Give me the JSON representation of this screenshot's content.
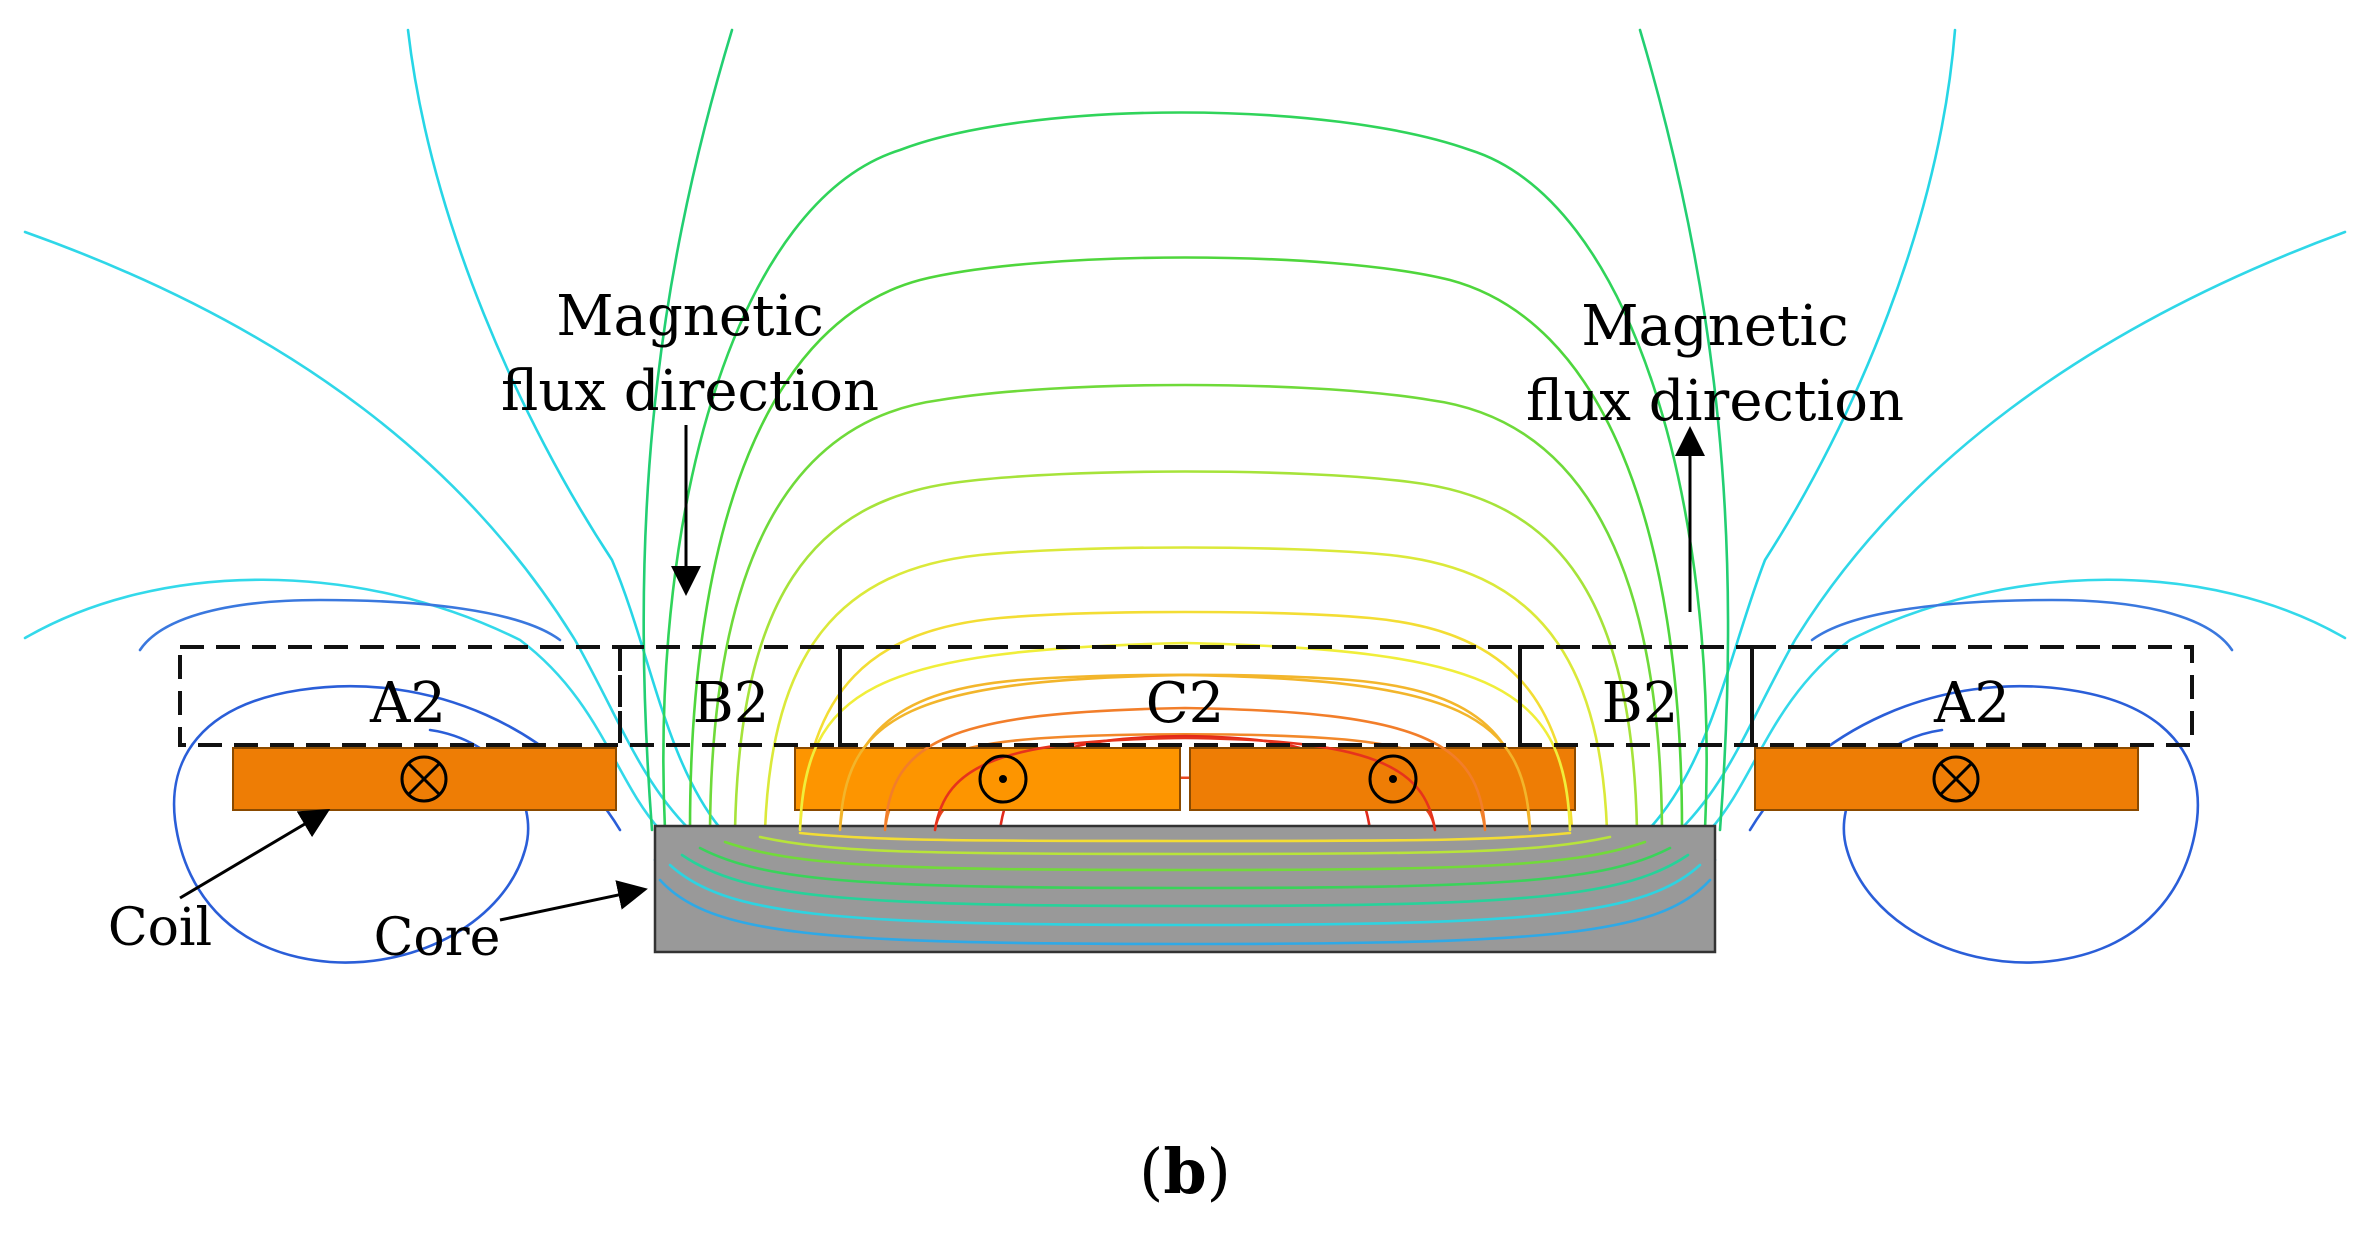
{
  "labels": {
    "magnetic_left": "Magnetic",
    "flux_left": "flux direction",
    "magnetic_right": "Magnetic",
    "flux_right": "flux direction",
    "region_a2_left": "A2",
    "region_b2_left": "B2",
    "region_c2": "C2",
    "region_b2_right": "B2",
    "region_a2_right": "A2",
    "coil": "Coil",
    "core": "Core",
    "caption_open": "(",
    "caption_letter": "b",
    "caption_close": ")"
  },
  "current_symbols": {
    "outer_coils": "into-page",
    "inner_coils": "out-of-page"
  },
  "colors": {
    "coil_light": "#FD9500",
    "coil_dark": "#EE7D05",
    "coil_edge": "#8A4A00",
    "core_fill": "#999999",
    "core_edge": "#333333",
    "region_box": "#111111",
    "field_scale": [
      "#2457d6",
      "#1fd1e6",
      "#20d968",
      "#42d73a",
      "#96e33a",
      "#f0ee3a",
      "#f2b52b",
      "#f27e2a",
      "#e6331c"
    ]
  }
}
